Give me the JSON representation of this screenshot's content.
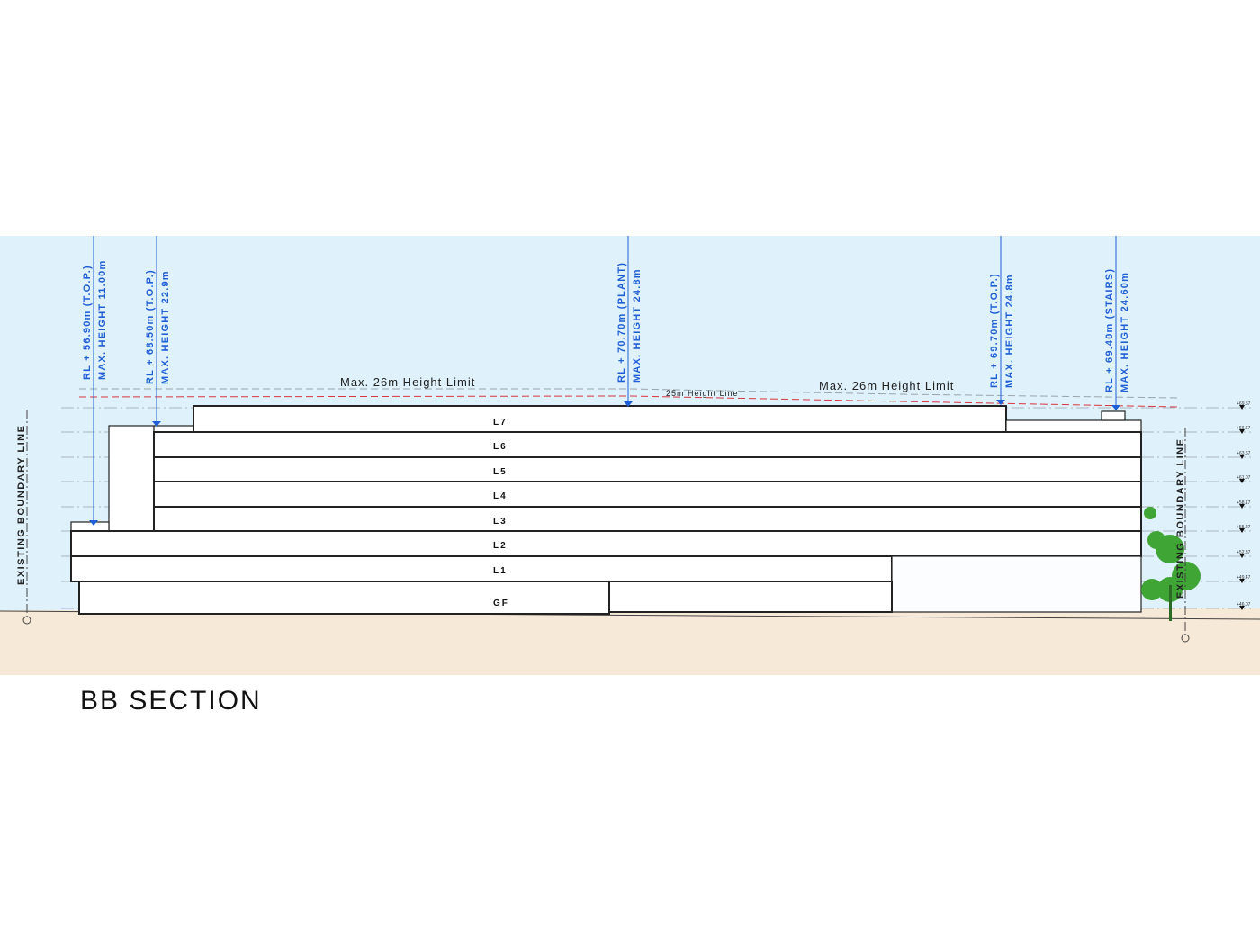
{
  "title": "BB SECTION",
  "height_limits": {
    "max_left": "Max. 26m Height Limit",
    "max_right": "Max. 26m Height Limit",
    "line_25m": "25m Height Line"
  },
  "boundaries": {
    "left": "EXISTING BOUNDARY LINE",
    "right": "EXISTING BOUNDARY LINE"
  },
  "markers": [
    {
      "rl": "RL + 56.90m (T.O.P.)",
      "height": "MAX. HEIGHT 11.00m"
    },
    {
      "rl": "RL + 68.50m (T.O.P.)",
      "height": "MAX. HEIGHT 22.9m"
    },
    {
      "rl": "RL + 70.70m (PLANT)",
      "height": "MAX. HEIGHT 24.8m"
    },
    {
      "rl": "RL + 69.70m (T.O.P.)",
      "height": "MAX. HEIGHT 24.8m"
    },
    {
      "rl": "RL + 69.40m (STAIRS)",
      "height": "MAX. HEIGHT 24.60m"
    }
  ],
  "levels": [
    "L7",
    "L6",
    "L5",
    "L4",
    "L3",
    "L2",
    "L1",
    "GF"
  ],
  "level_rls": [
    "+69.57",
    "+66.67",
    "+63.67",
    "+61.07",
    "+58.17",
    "+55.27",
    "+52.37",
    "+49.47",
    "+46.07"
  ],
  "colors": {
    "sky": "#dff1fb",
    "ground": "#f7e9d7",
    "marker": "#1f5fd6",
    "limit_red": "#d9363e",
    "tree": "#3fa535"
  }
}
